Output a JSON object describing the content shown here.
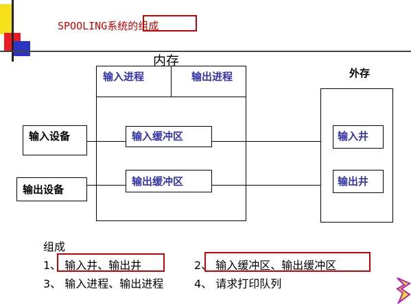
{
  "slide": {
    "title": "SPOOLING系统的组成"
  },
  "diagram": {
    "memory_label": "内存",
    "external_label": "外存",
    "input_process": "输入进程",
    "output_process": "输出进程",
    "input_buffer": "输入缓冲区",
    "output_buffer": "输出缓冲区",
    "input_device": "输入设备",
    "output_device": "输出设备",
    "input_well": "输入井",
    "output_well": "输出井"
  },
  "components": {
    "heading": "组成",
    "item1": "1、 输入井、输出井",
    "item2": "2、 输入缓冲区、输出缓冲区",
    "item3": "3、 输入进程、输出进程",
    "item4": "4、 请求打印队列"
  },
  "colors": {
    "title_red": "#cc0000",
    "label_blue": "#3333aa",
    "logo_yellow": "#f5e01a",
    "logo_red": "#e81c24",
    "logo_blue": "#2b35c2"
  }
}
